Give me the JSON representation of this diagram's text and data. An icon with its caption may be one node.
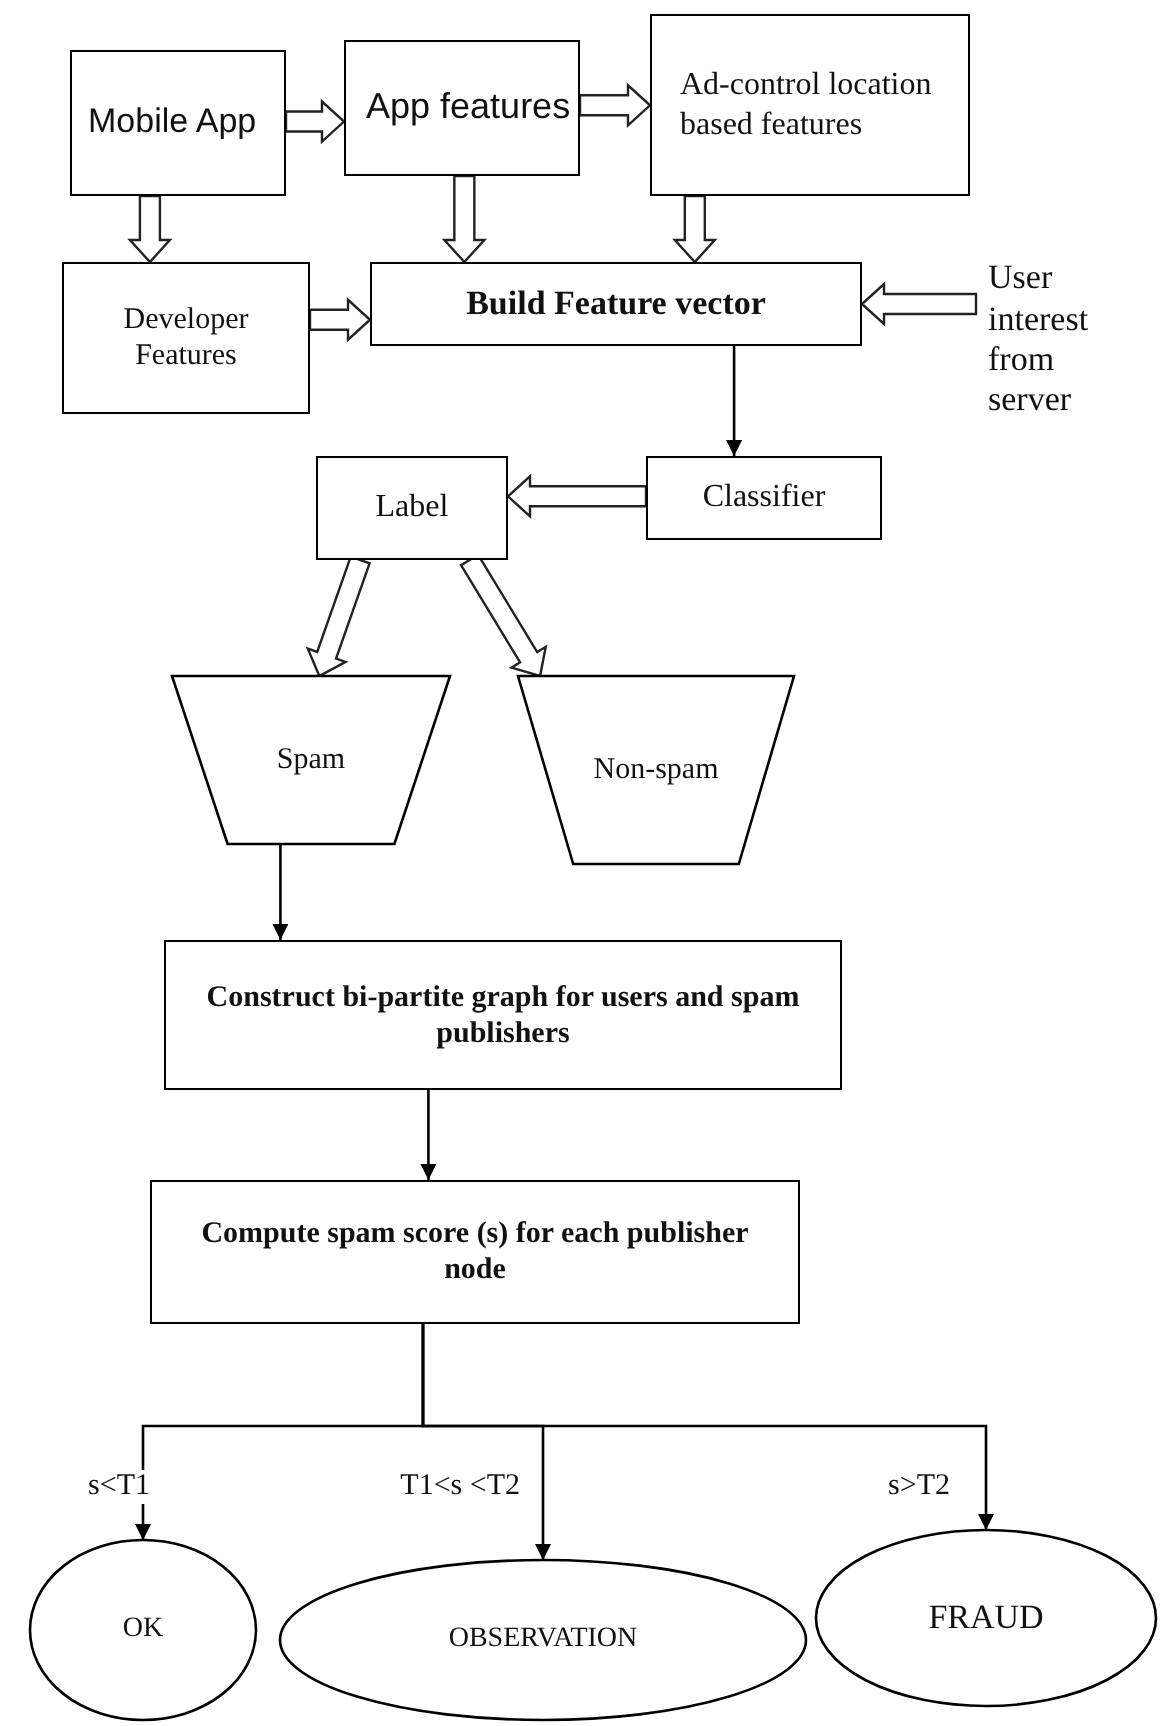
{
  "diagram": {
    "nodes": [
      {
        "text": [
          "Mobile App"
        ]
      },
      {
        "text": [
          "App features"
        ]
      },
      {
        "text": [
          "Ad-control location based features"
        ]
      },
      {
        "text": [
          "Developer Features"
        ]
      },
      {
        "text": [
          "Build Feature vector"
        ]
      },
      {
        "text": [
          "User interest from server"
        ]
      },
      {
        "text": [
          "Classifier"
        ]
      },
      {
        "text": [
          "Label"
        ]
      },
      {
        "text": [
          "Spam"
        ]
      },
      {
        "text": [
          "Non-spam"
        ]
      },
      {
        "text": [
          "Construct bi-partite graph for users and spam publishers"
        ]
      },
      {
        "text": [
          "Compute spam score (s) for each publisher node"
        ]
      },
      {
        "text": [
          "OK"
        ]
      },
      {
        "text": [
          "OBSERVATION"
        ]
      },
      {
        "text": [
          "FRAUD"
        ]
      }
    ],
    "edges": [
      {
        "from": 0,
        "to": 1,
        "arrow": "to",
        "style": "thick"
      },
      {
        "from": 1,
        "to": 2,
        "arrow": "to",
        "style": "thick"
      },
      {
        "from": 0,
        "to": 3,
        "arrow": "to",
        "style": "thick"
      },
      {
        "from": 1,
        "to": 4,
        "arrow": "to",
        "style": "thick"
      },
      {
        "from": 2,
        "to": 4,
        "arrow": "to",
        "style": "thick"
      },
      {
        "from": 3,
        "to": 4,
        "arrow": "to",
        "style": "thick"
      },
      {
        "from": 5,
        "to": 4,
        "arrow": "to",
        "style": "thick"
      },
      {
        "from": 4,
        "to": 6,
        "arrow": "to"
      },
      {
        "from": 6,
        "to": 7,
        "arrow": "to",
        "style": "thick"
      },
      {
        "from": 7,
        "to": 8,
        "arrow": "to",
        "style": "thick"
      },
      {
        "from": 7,
        "to": 9,
        "arrow": "to",
        "style": "thick"
      },
      {
        "from": 8,
        "to": 10,
        "arrow": "to"
      },
      {
        "from": 10,
        "to": 11,
        "arrow": "to"
      },
      {
        "from": 11,
        "to": 12,
        "arrow": "to",
        "label": "s<T1"
      },
      {
        "from": 11,
        "to": 13,
        "arrow": "to",
        "label": "T1<s <T2"
      },
      {
        "from": 11,
        "to": 14,
        "arrow": "to",
        "label": "s>T2"
      }
    ]
  }
}
